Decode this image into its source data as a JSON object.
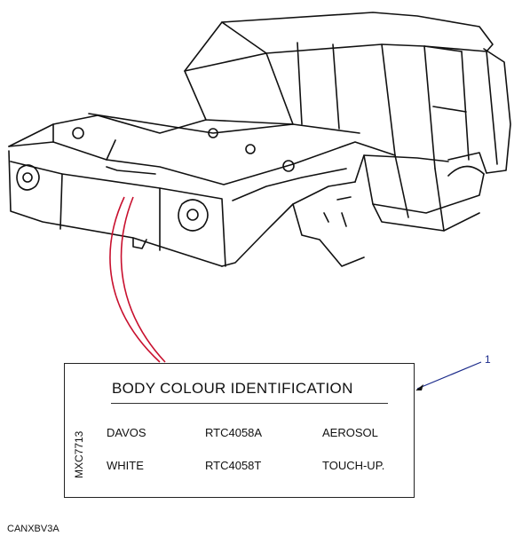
{
  "callout": {
    "number": "1"
  },
  "label": {
    "title": "BODY COLOUR IDENTIFICATION",
    "side_code": "MXC7713",
    "rows": [
      [
        "DAVOS",
        "RTC4058A",
        "AEROSOL"
      ],
      [
        "WHITE",
        "RTC4058T",
        "TOUCH-UP."
      ]
    ]
  },
  "reference_code": "CANXBV3A",
  "colors": {
    "leader_red": "#c8102e",
    "leader_blue": "#1a2a8a",
    "ink": "#111111"
  }
}
